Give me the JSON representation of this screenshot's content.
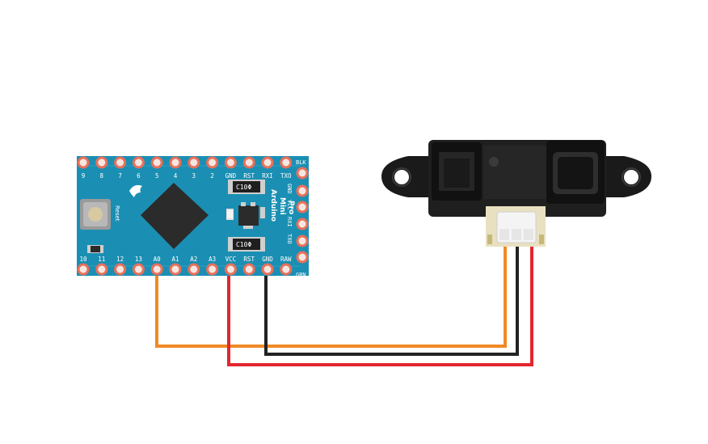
{
  "board": {
    "name_lines": [
      "Arduino",
      "Mini",
      "Pro"
    ],
    "reset_label": "Reset",
    "top_pins": [
      "9",
      "8",
      "7",
      "6",
      "5",
      "4",
      "3",
      "2",
      "GND",
      "RST",
      "RXI",
      "TXO"
    ],
    "bottom_pins": [
      "10",
      "11",
      "12",
      "13",
      "A0",
      "A1",
      "A2",
      "A3",
      "VCC",
      "RST",
      "GND",
      "RAW"
    ],
    "side_pins": [
      "GND",
      "VCC",
      "RXI",
      "TXO"
    ],
    "corner_top": "BLK",
    "corner_bottom": "GRN",
    "chip1_text": "C10Φ",
    "chip2_text": "C10Φ",
    "colors": {
      "pcb": "#1b8fb3",
      "pad": "#e8705a",
      "mcu": "#2b2b2b"
    }
  },
  "wires": [
    {
      "from": "A0",
      "to": "sensor-pin-1",
      "color": "#f08a24"
    },
    {
      "from": "VCC",
      "to": "sensor-pin-3",
      "color": "#e3262e"
    },
    {
      "from": "GND",
      "to": "sensor-pin-2",
      "color": "#222222"
    }
  ],
  "sensor": {
    "body_color": "#1a1a1a",
    "connector_color": "#e8e0c0"
  }
}
